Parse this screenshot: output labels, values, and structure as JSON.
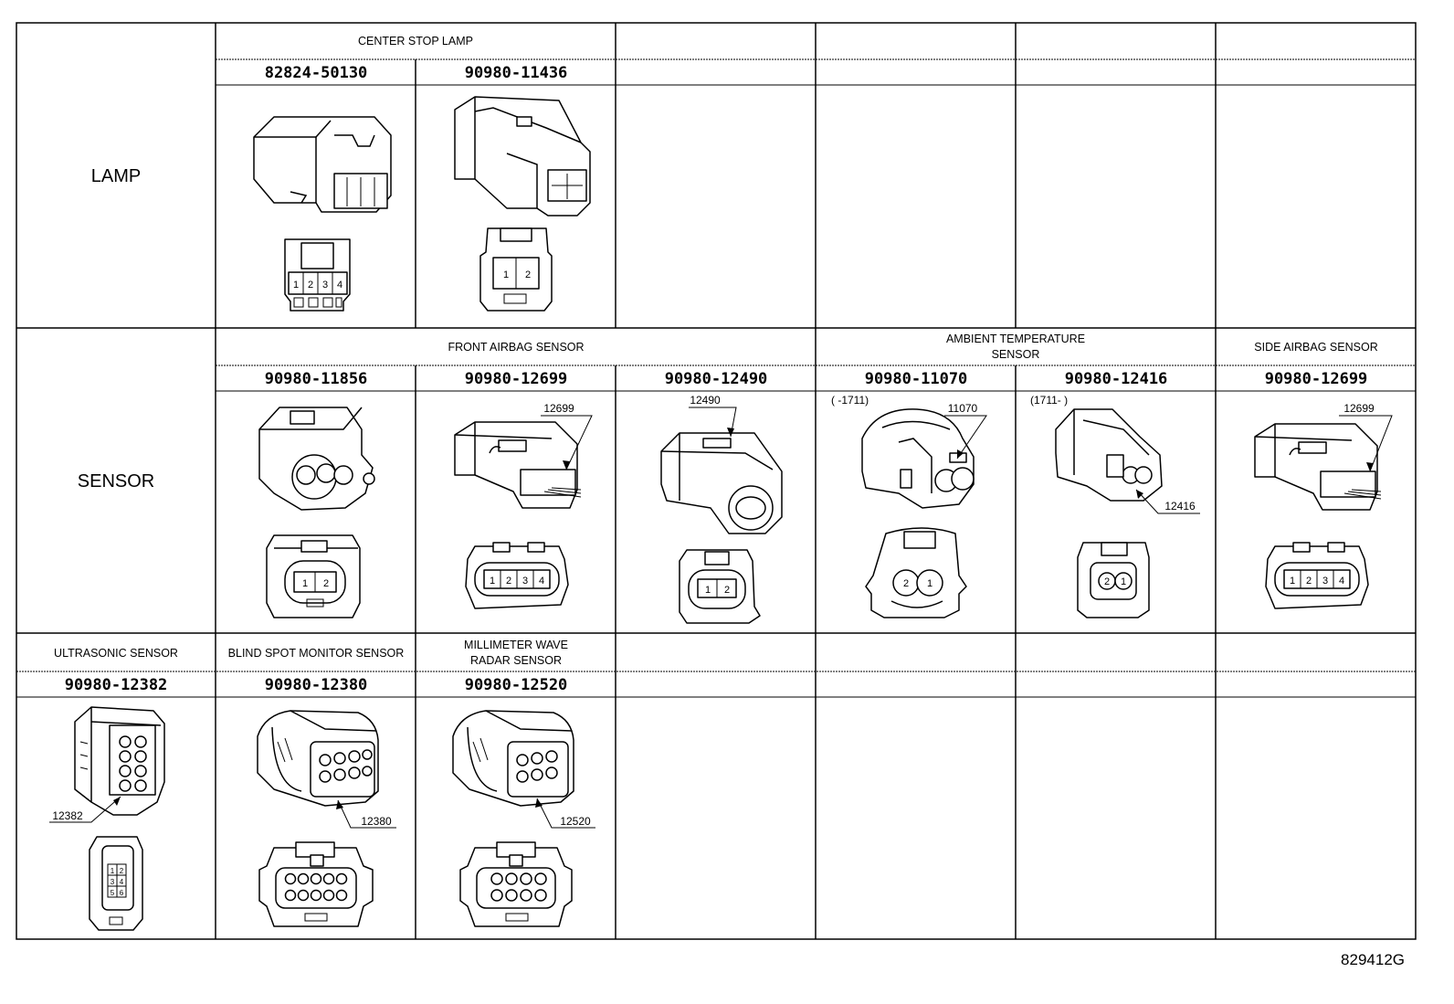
{
  "rows": [
    {
      "category": "LAMP",
      "headers": [
        "CENTER STOP LAMP",
        "",
        "",
        "",
        "",
        ""
      ],
      "parts": [
        "82824-50130",
        "90980-11436",
        "",
        "",
        "",
        ""
      ]
    },
    {
      "category": "SENSOR",
      "headers": [
        "FRONT AIRBAG SENSOR",
        "AMBIENT TEMPERATURE",
        "SENSOR",
        "SIDE AIRBAG SENSOR"
      ],
      "parts": [
        "90980-11856",
        "90980-12699",
        "90980-12490",
        "90980-11070",
        "90980-12416",
        "90980-12699"
      ]
    },
    {
      "headers": [
        "ULTRASONIC SENSOR",
        "BLIND SPOT MONITOR SENSOR",
        "MILLIMETER WAVE",
        "RADAR SENSOR",
        "",
        "",
        "",
        ""
      ],
      "parts": [
        "90980-12382",
        "90980-12380",
        "90980-12520",
        "",
        "",
        "",
        ""
      ]
    }
  ],
  "callouts": {
    "c12699a": "12699",
    "c12490": "12490",
    "c11070": "11070",
    "c11070range": "(     -1711)",
    "c12416range": "(1711-     )",
    "c12416": "12416",
    "c12699b": "12699",
    "c12382": "12382",
    "c12380": "12380",
    "c12520": "12520"
  },
  "pins": {
    "p1": "1",
    "p2": "2",
    "p3": "3",
    "p4": "4",
    "p5": "5",
    "p6": "6"
  },
  "diagram_id": "829412G"
}
